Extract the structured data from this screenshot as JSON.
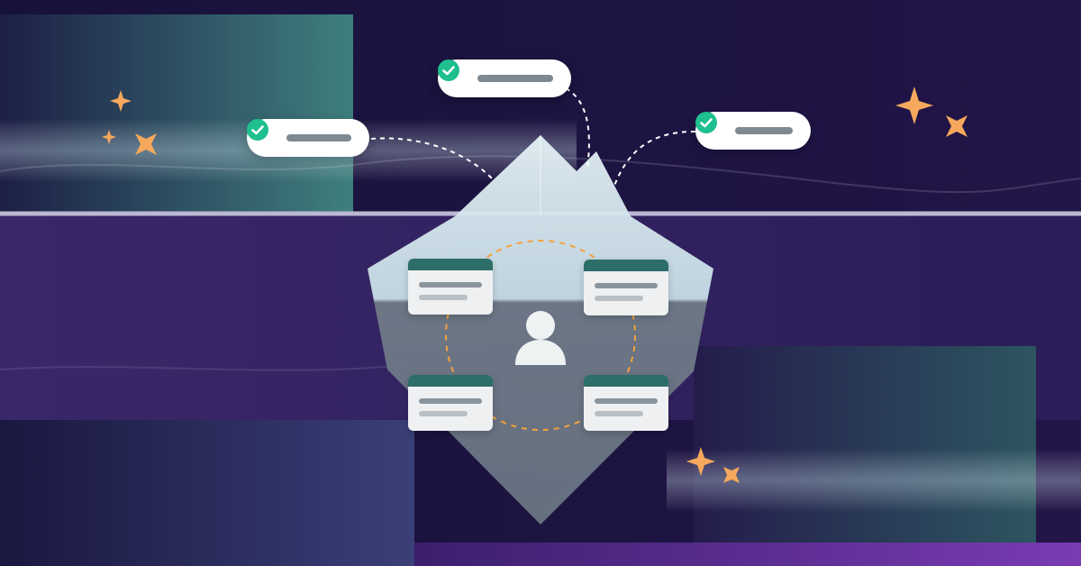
{
  "colors": {
    "background": "#1a1440",
    "check_green": "#1fbf8f",
    "pill_bar": "#7f8992",
    "card_header": "#2d6e68",
    "card_line_dark": "#8a949c",
    "card_line_light": "#b8bfc5",
    "sparkle": "#f6a85c",
    "orbit": "#f4a23a",
    "iceberg_top": "#d6e8ef",
    "iceberg_bottom": "#6f7a87",
    "waterline": "#bcb8d2"
  },
  "icons": {
    "check": "check-circle-icon",
    "user": "user-avatar-icon",
    "sparkle": "sparkle-icon"
  },
  "pills": [
    {
      "id": "left",
      "check_icon": "check-circle-icon"
    },
    {
      "id": "top",
      "check_icon": "check-circle-icon"
    },
    {
      "id": "right",
      "check_icon": "check-circle-icon"
    }
  ],
  "cards": [
    {
      "id": "top-left"
    },
    {
      "id": "top-right"
    },
    {
      "id": "bottom-left"
    },
    {
      "id": "bottom-right"
    }
  ]
}
